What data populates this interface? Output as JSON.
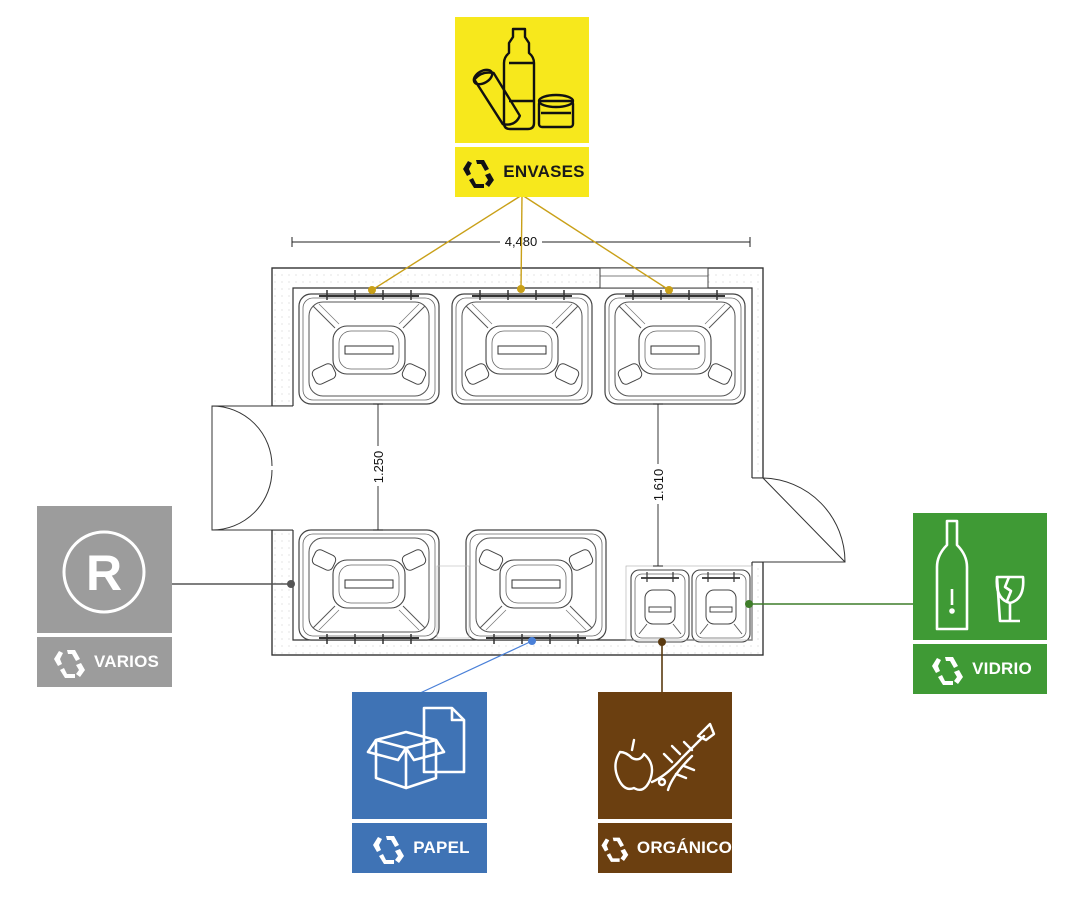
{
  "dimensions": {
    "width": "4,480",
    "aisle_left": "1.250",
    "aisle_right": "1.610"
  },
  "signs": {
    "envases": {
      "label": "ENVASES",
      "color": "#f7e81c",
      "icon": "bottle-can-icon"
    },
    "varios": {
      "label": "VARIOS",
      "color": "#9c9c9c",
      "icon": "registered-r-icon",
      "symbol": "R"
    },
    "papel": {
      "label": "PAPEL",
      "color": "#3f73b5",
      "icon": "box-paper-icon"
    },
    "organico": {
      "label": "ORGÁNICO",
      "color": "#6b3f10",
      "icon": "fishbone-apple-icon"
    },
    "vidrio": {
      "label": "VIDRIO",
      "color": "#3f9a35",
      "icon": "bottle-glass-icon"
    }
  },
  "leader_colors": {
    "envases": "#c9a018",
    "varios": "#555555",
    "papel": "#4a80d8",
    "organico": "#5a3a10",
    "vidrio": "#3f7d2a"
  }
}
